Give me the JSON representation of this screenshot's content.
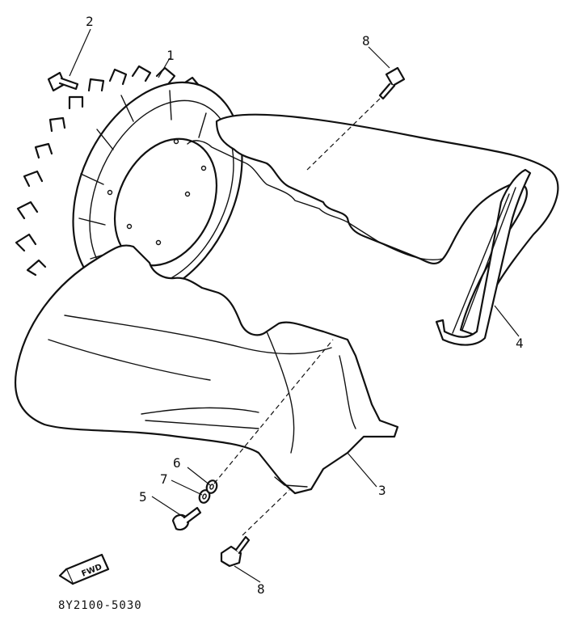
{
  "callouts": {
    "c1": "1",
    "c2": "2",
    "c3": "3",
    "c4": "4",
    "c5": "5",
    "c6": "6",
    "c7": "7",
    "c8_top": "8",
    "c8_bottom": "8"
  },
  "forward_marker": "FWD",
  "drawing_code": "8Y2100-5030"
}
